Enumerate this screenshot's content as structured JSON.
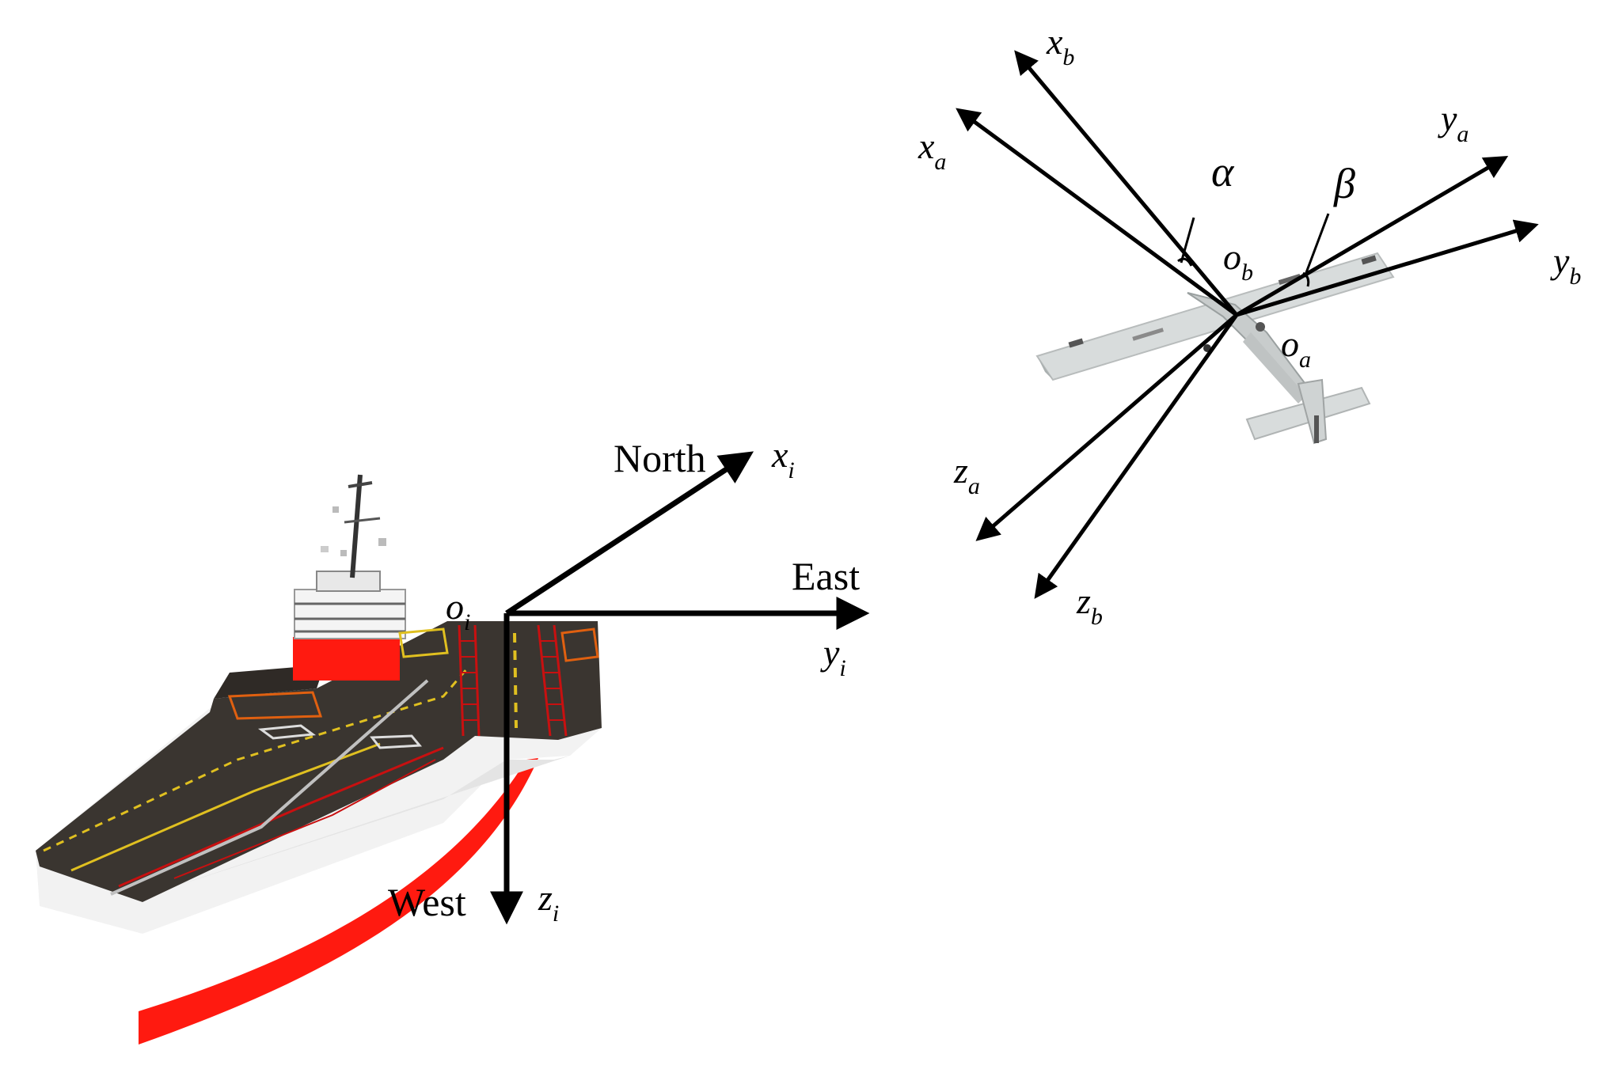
{
  "directions": {
    "north": "North",
    "east": "East",
    "west": "West"
  },
  "axes": {
    "inertial": {
      "x": {
        "base": "x",
        "sub": "i"
      },
      "y": {
        "base": "y",
        "sub": "i"
      },
      "z": {
        "base": "z",
        "sub": "i"
      },
      "origin": {
        "base": "o",
        "sub": "i"
      }
    },
    "body": {
      "x": {
        "base": "x",
        "sub": "b"
      },
      "y": {
        "base": "y",
        "sub": "b"
      },
      "z": {
        "base": "z",
        "sub": "b"
      },
      "origin": {
        "base": "o",
        "sub": "b"
      }
    },
    "airflow": {
      "x": {
        "base": "x",
        "sub": "a"
      },
      "y": {
        "base": "y",
        "sub": "a"
      },
      "z": {
        "base": "z",
        "sub": "a"
      },
      "origin": {
        "base": "o",
        "sub": "a"
      }
    }
  },
  "angles": {
    "alpha": "α",
    "beta": "β"
  },
  "colors": {
    "deck": "#3a3530",
    "hull": "#f2f2f2",
    "stripe": "#ff1a10",
    "deck_line_yellow": "#e0c020",
    "deck_line_red": "#c81010",
    "aircraft": "#d8dcdc",
    "axis": "#000000"
  },
  "icons": {
    "ship": "aircraft-carrier-icon",
    "aircraft": "uav-aircraft-icon"
  }
}
